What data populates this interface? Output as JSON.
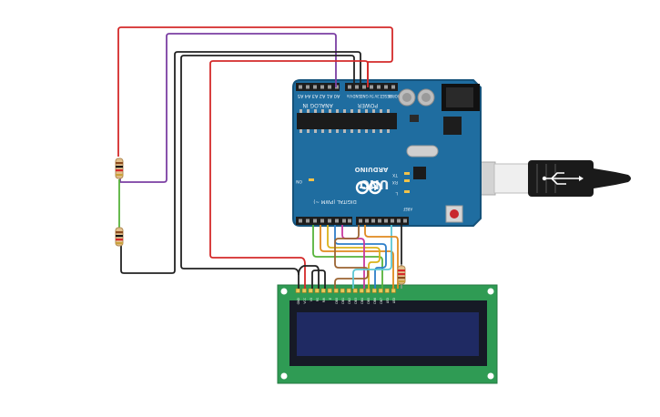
{
  "colors": {
    "background": "#ffffff",
    "arduino_board": "#1f6da0",
    "arduino_edge": "#15527a",
    "header_black": "#1d1d1d",
    "lcd_pcb": "#2f9b54",
    "lcd_bezel": "#161a26",
    "lcd_screen": "#1f2a63",
    "usb_cable": "#1a1a1a",
    "usb_plug": "#d3d3d3",
    "wire_red": "#d42a2a",
    "wire_black": "#222222",
    "wire_purple": "#7b3fa3",
    "wire_green": "#56b33a",
    "wire_orange": "#e08a1e",
    "wire_yellow": "#d9b21a",
    "wire_blue": "#2d7ec9",
    "wire_cyan": "#5bc7d4",
    "wire_magenta": "#c8399e",
    "wire_brown": "#9b6432",
    "resistor_body": "#e2c08d"
  },
  "arduino": {
    "brand": "ARDUINO",
    "model": "UNO",
    "analog_label": "ANALOG IN",
    "power_label": "POWER",
    "digital_label": "DIGITAL (PWM ~)",
    "analog_pins": [
      "A5",
      "A4",
      "A3",
      "A2",
      "A1",
      "A0"
    ],
    "power_pins": [
      "Vin",
      "GND",
      "GND",
      "5V",
      "3.3V",
      "RESET",
      "IOREF"
    ],
    "led_labels": [
      "ON",
      "TX",
      "RX",
      "L"
    ],
    "aref_label": "AREF"
  },
  "lcd": {
    "pin_labels": [
      "GND",
      "VCC",
      "V0",
      "RS",
      "RW",
      "E",
      "DB0",
      "DB1",
      "DB2",
      "DB3",
      "DB4",
      "DB5",
      "DB6",
      "DB7",
      "LED",
      "LED"
    ]
  },
  "components": {
    "resistors": [
      "resistor-1",
      "resistor-2",
      "resistor-3"
    ]
  }
}
